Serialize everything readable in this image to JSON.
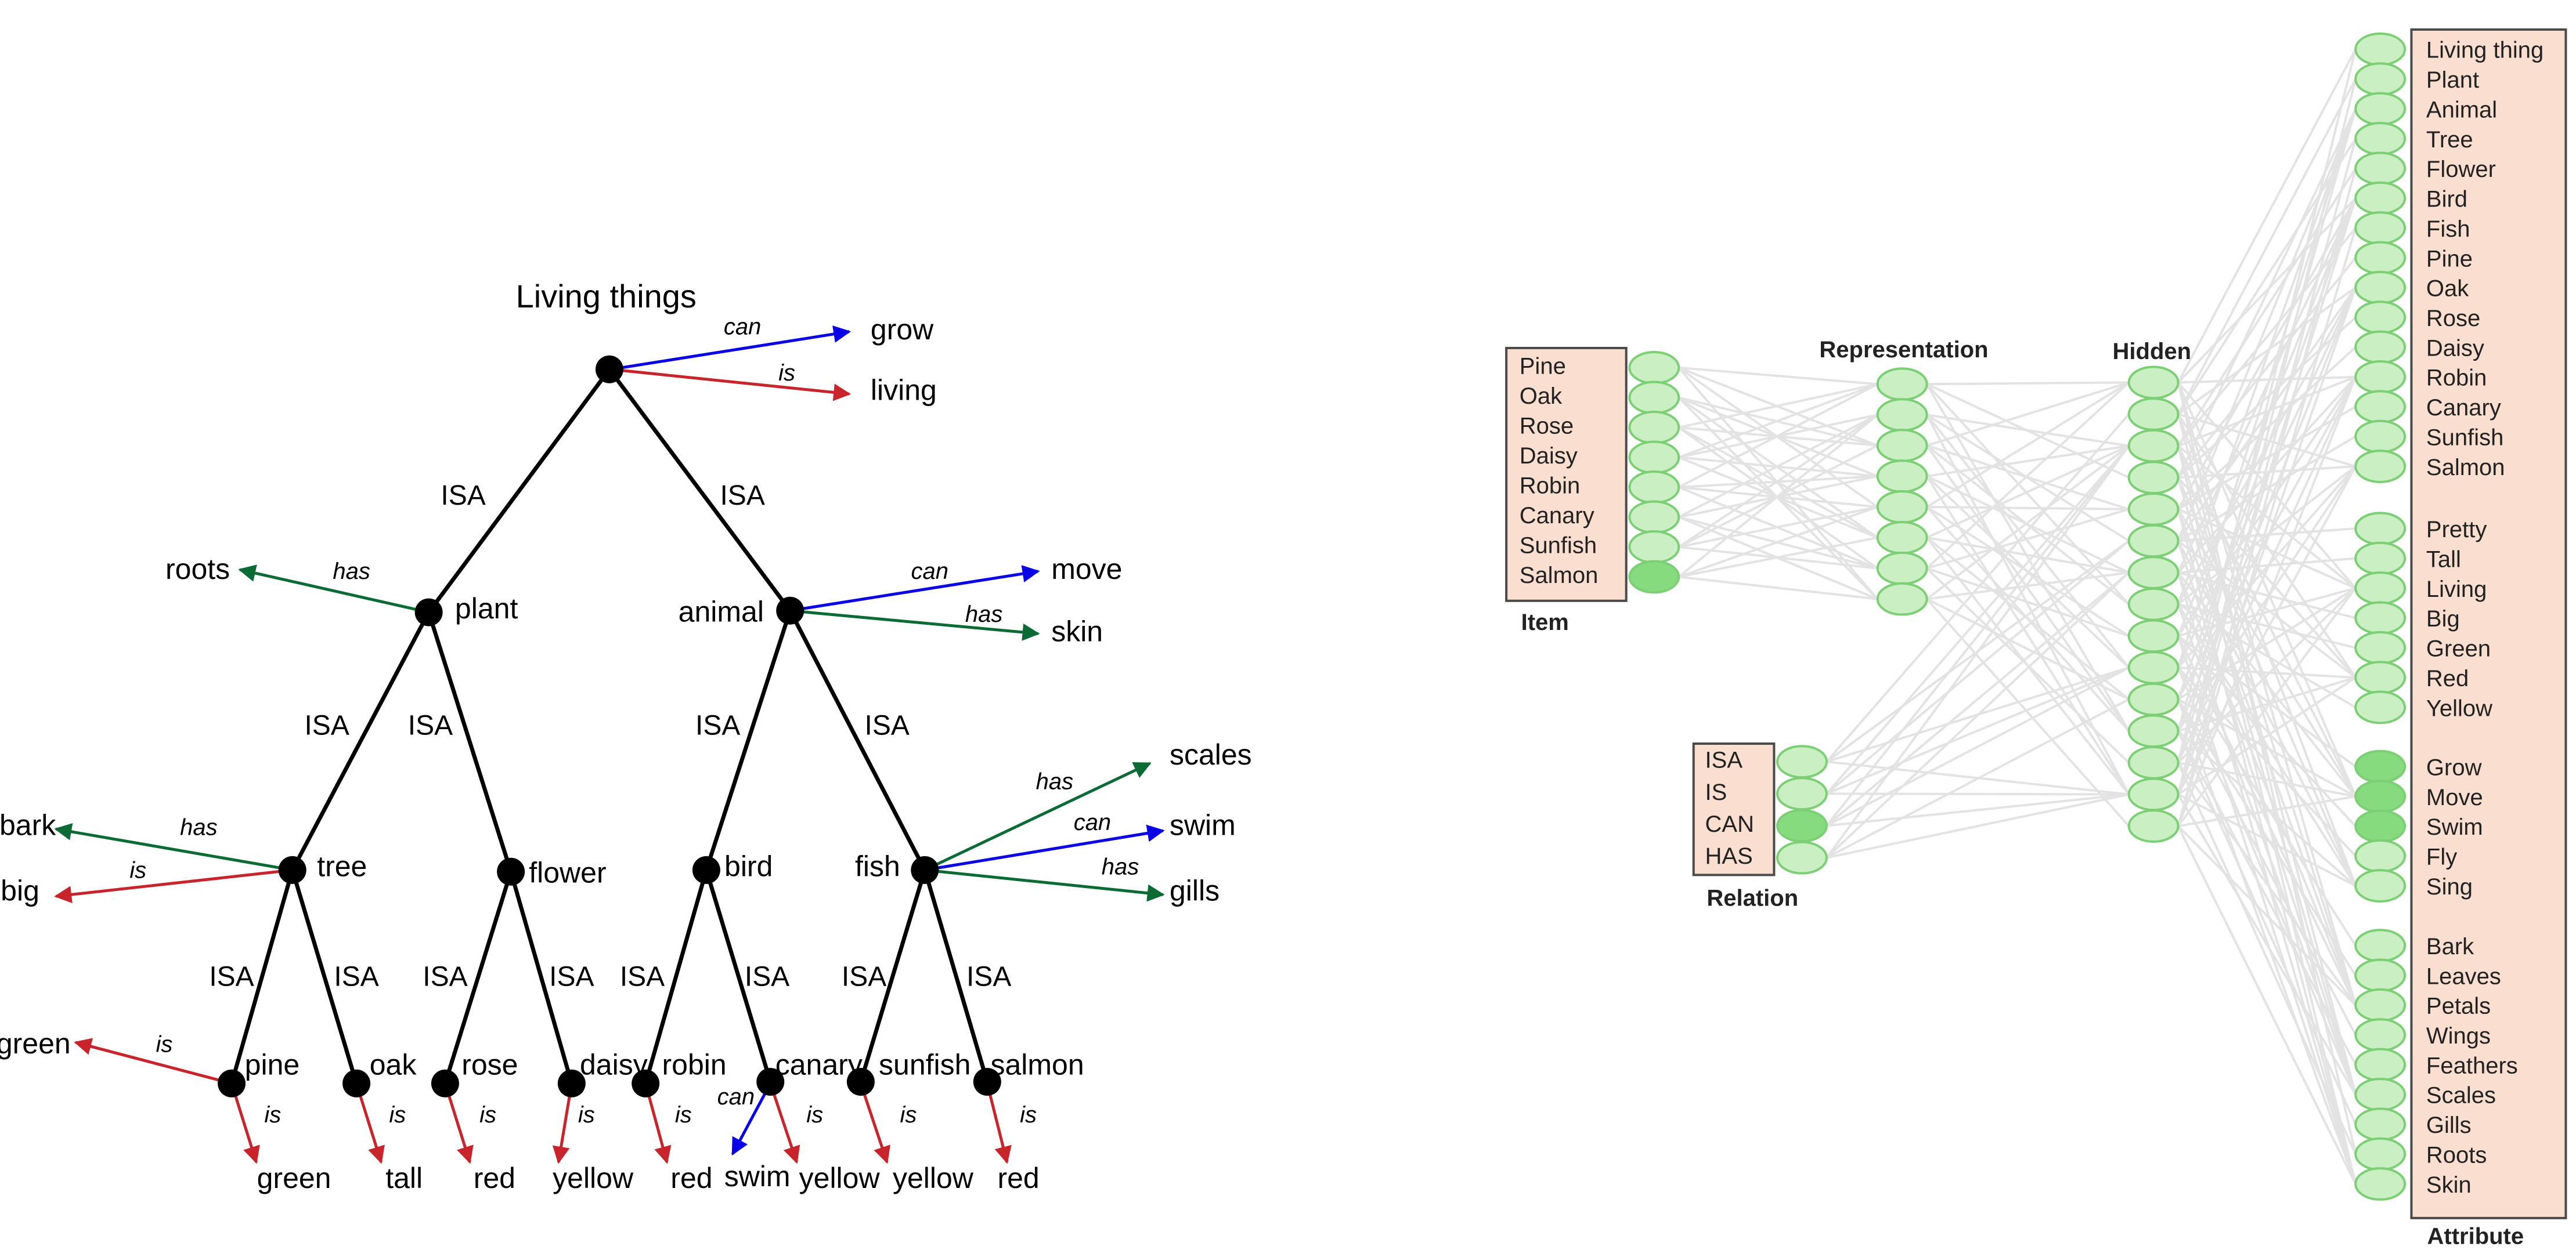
{
  "tree": {
    "root_title": "Living things",
    "edge_label_isa": "ISA",
    "nodes": [
      {
        "id": "root",
        "label": ""
      },
      {
        "id": "plant",
        "label": "plant"
      },
      {
        "id": "animal",
        "label": "animal"
      },
      {
        "id": "tree",
        "label": "tree"
      },
      {
        "id": "flower",
        "label": "flower"
      },
      {
        "id": "bird",
        "label": "bird"
      },
      {
        "id": "fish",
        "label": "fish"
      },
      {
        "id": "pine",
        "label": "pine"
      },
      {
        "id": "oak",
        "label": "oak"
      },
      {
        "id": "rose",
        "label": "rose"
      },
      {
        "id": "daisy",
        "label": "daisy"
      },
      {
        "id": "robin",
        "label": "robin"
      },
      {
        "id": "canary",
        "label": "canary"
      },
      {
        "id": "sunfish",
        "label": "sunfish"
      },
      {
        "id": "salmon",
        "label": "salmon"
      }
    ],
    "isa_edges": [
      [
        "root",
        "plant"
      ],
      [
        "root",
        "animal"
      ],
      [
        "plant",
        "tree"
      ],
      [
        "plant",
        "flower"
      ],
      [
        "animal",
        "bird"
      ],
      [
        "animal",
        "fish"
      ],
      [
        "tree",
        "pine"
      ],
      [
        "tree",
        "oak"
      ],
      [
        "flower",
        "rose"
      ],
      [
        "flower",
        "daisy"
      ],
      [
        "bird",
        "robin"
      ],
      [
        "bird",
        "canary"
      ],
      [
        "fish",
        "sunfish"
      ],
      [
        "fish",
        "salmon"
      ]
    ],
    "properties": [
      {
        "node": "root",
        "relation": "can",
        "target": "grow"
      },
      {
        "node": "root",
        "relation": "is",
        "target": "living"
      },
      {
        "node": "plant",
        "relation": "has",
        "target": "roots"
      },
      {
        "node": "animal",
        "relation": "can",
        "target": "move"
      },
      {
        "node": "animal",
        "relation": "has",
        "target": "skin"
      },
      {
        "node": "tree",
        "relation": "has",
        "target": "bark"
      },
      {
        "node": "tree",
        "relation": "is",
        "target": "big"
      },
      {
        "node": "fish",
        "relation": "has",
        "target": "scales"
      },
      {
        "node": "fish",
        "relation": "can",
        "target": "swim"
      },
      {
        "node": "fish",
        "relation": "has",
        "target": "gills"
      },
      {
        "node": "pine",
        "relation": "is",
        "target": "green"
      },
      {
        "node": "pine",
        "relation": "is",
        "target": "green"
      },
      {
        "node": "oak",
        "relation": "is",
        "target": "tall"
      },
      {
        "node": "rose",
        "relation": "is",
        "target": "red"
      },
      {
        "node": "daisy",
        "relation": "is",
        "target": "yellow"
      },
      {
        "node": "robin",
        "relation": "is",
        "target": "red"
      },
      {
        "node": "canary",
        "relation": "can",
        "target": "swim"
      },
      {
        "node": "canary",
        "relation": "is",
        "target": "yellow"
      },
      {
        "node": "sunfish",
        "relation": "is",
        "target": "yellow"
      },
      {
        "node": "salmon",
        "relation": "is",
        "target": "red"
      }
    ],
    "relation_colors": {
      "can": "#0a00e8",
      "is": "#c8242c",
      "has": "#0b6b35"
    }
  },
  "network": {
    "item_label": "Item",
    "item_units": [
      "Pine",
      "Oak",
      "Rose",
      "Daisy",
      "Robin",
      "Canary",
      "Sunfish",
      "Salmon"
    ],
    "item_active_index": 7,
    "relation_label": "Relation",
    "relation_units": [
      "ISA",
      "IS",
      "CAN",
      "HAS"
    ],
    "relation_active_index": 2,
    "representation_label": "Representation",
    "representation_unit_count": 8,
    "hidden_label": "Hidden",
    "hidden_unit_count": 15,
    "attribute_label": "Attribute",
    "attribute_groups": [
      [
        "Living thing",
        "Plant",
        "Animal",
        "Tree",
        "Flower",
        "Bird",
        "Fish",
        "Pine",
        "Oak",
        "Rose",
        "Daisy",
        "Robin",
        "Canary",
        "Sunfish",
        "Salmon"
      ],
      [
        "Pretty",
        "Tall",
        "Living",
        "Big",
        "Green",
        "Red",
        "Yellow"
      ],
      [
        "Grow",
        "Move",
        "Swim",
        "Fly",
        "Sing"
      ],
      [
        "Bark",
        "Leaves",
        "Petals",
        "Wings",
        "Feathers",
        "Scales",
        "Gills",
        "Roots",
        "Skin"
      ]
    ],
    "attribute_active": [
      "Grow",
      "Move",
      "Swim"
    ],
    "colors": {
      "unit_fill": "#c9efc3",
      "unit_stroke": "#7ccf74",
      "unit_active_fill": "#86db7f",
      "box_fill": "#fadfd0",
      "box_stroke": "#4a4a4a",
      "connection": "#e3e3e3"
    }
  }
}
